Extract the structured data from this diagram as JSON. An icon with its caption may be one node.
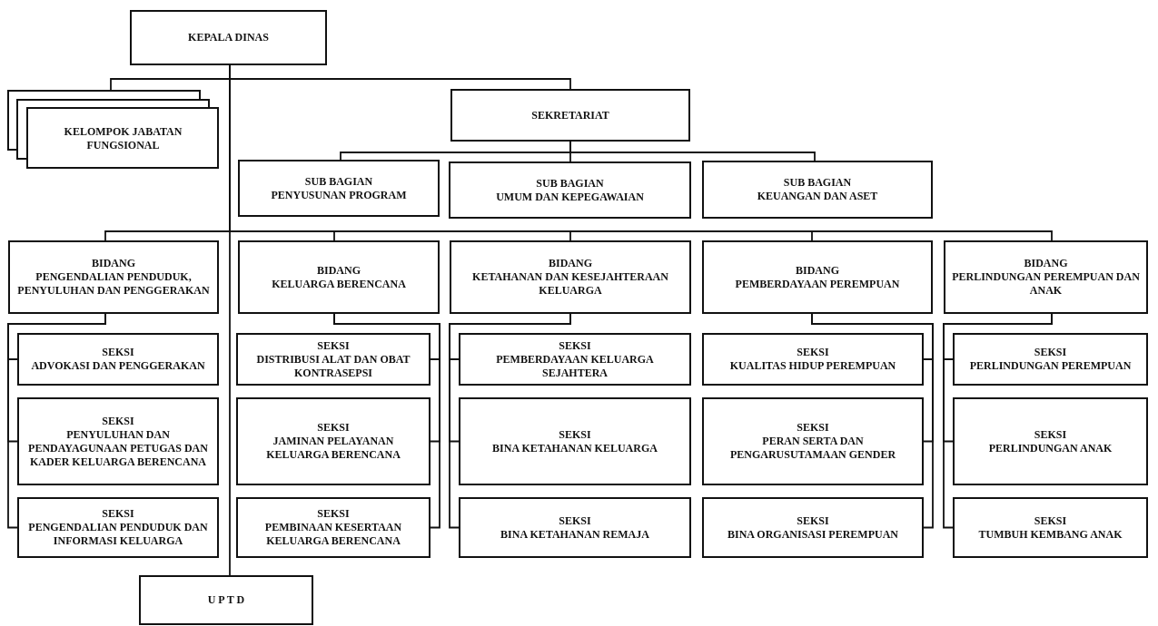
{
  "diagram": {
    "nodes": [
      {
        "text": [
          "KEPALA DINAS"
        ]
      },
      {
        "text": [
          "KELOMPOK JABATAN FUNGSIONAL"
        ]
      },
      {
        "text": [
          "SEKRETARIAT"
        ]
      },
      {
        "text": [
          "SUB BAGIAN",
          "PENYUSUNAN PROGRAM"
        ]
      },
      {
        "text": [
          "SUB BAGIAN",
          "UMUM DAN KEPEGAWAIAN"
        ]
      },
      {
        "text": [
          "SUB BAGIAN",
          "KEUANGAN DAN ASET"
        ]
      },
      {
        "text": [
          "BIDANG",
          "PENGENDALIAN PENDUDUK, PENYULUHAN DAN PENGGERAKAN"
        ]
      },
      {
        "text": [
          "BIDANG",
          "KELUARGA BERENCANA"
        ]
      },
      {
        "text": [
          "BIDANG",
          "KETAHANAN DAN KESEJAHTERAAN KELUARGA"
        ]
      },
      {
        "text": [
          "BIDANG",
          "PEMBERDAYAAN PEREMPUAN"
        ]
      },
      {
        "text": [
          "BIDANG",
          "PERLINDUNGAN PEREMPUAN DAN ANAK"
        ]
      },
      {
        "text": [
          "SEKSI",
          "ADVOKASI DAN PENGGERAKAN"
        ]
      },
      {
        "text": [
          "SEKSI",
          "PENYULUHAN DAN PENDAYAGUNAAN PETUGAS DAN KADER KELUARGA BERENCANA"
        ]
      },
      {
        "text": [
          "SEKSI",
          "PENGENDALIAN PENDUDUK DAN INFORMASI KELUARGA"
        ]
      },
      {
        "text": [
          "SEKSI",
          "DISTRIBUSI ALAT DAN OBAT KONTRASEPSI"
        ]
      },
      {
        "text": [
          "SEKSI",
          "JAMINAN PELAYANAN KELUARGA BERENCANA"
        ]
      },
      {
        "text": [
          "SEKSI",
          "PEMBINAAN KESERTAAN KELUARGA BERENCANA"
        ]
      },
      {
        "text": [
          "SEKSI",
          "PEMBERDAYAAN KELUARGA SEJAHTERA"
        ]
      },
      {
        "text": [
          "SEKSI",
          "BINA KETAHANAN KELUARGA"
        ]
      },
      {
        "text": [
          "SEKSI",
          "BINA KETAHANAN REMAJA"
        ]
      },
      {
        "text": [
          "SEKSI",
          "KUALITAS HIDUP PEREMPUAN"
        ]
      },
      {
        "text": [
          "SEKSI",
          "PERAN SERTA DAN PENGARUSUTAMAAN GENDER"
        ]
      },
      {
        "text": [
          "SEKSI",
          "BINA ORGANISASI PEREMPUAN"
        ]
      },
      {
        "text": [
          "SEKSI",
          "PERLINDUNGAN PEREMPUAN"
        ]
      },
      {
        "text": [
          "SEKSI",
          "PERLINDUNGAN ANAK"
        ]
      },
      {
        "text": [
          "SEKSI",
          "TUMBUH KEMBANG ANAK"
        ]
      },
      {
        "text": [
          "U P T D"
        ]
      }
    ],
    "edges": [
      {
        "from": 0,
        "to": 1,
        "arrow": "none"
      },
      {
        "from": 0,
        "to": 2,
        "arrow": "none"
      },
      {
        "from": 2,
        "to": 3,
        "arrow": "none"
      },
      {
        "from": 2,
        "to": 4,
        "arrow": "none"
      },
      {
        "from": 2,
        "to": 5,
        "arrow": "none"
      },
      {
        "from": 0,
        "to": 6,
        "arrow": "none"
      },
      {
        "from": 0,
        "to": 7,
        "arrow": "none"
      },
      {
        "from": 0,
        "to": 8,
        "arrow": "none"
      },
      {
        "from": 0,
        "to": 9,
        "arrow": "none"
      },
      {
        "from": 0,
        "to": 10,
        "arrow": "none"
      },
      {
        "from": 6,
        "to": 11,
        "arrow": "none"
      },
      {
        "from": 6,
        "to": 12,
        "arrow": "none"
      },
      {
        "from": 6,
        "to": 13,
        "arrow": "none"
      },
      {
        "from": 7,
        "to": 14,
        "arrow": "none"
      },
      {
        "from": 7,
        "to": 15,
        "arrow": "none"
      },
      {
        "from": 7,
        "to": 16,
        "arrow": "none"
      },
      {
        "from": 8,
        "to": 17,
        "arrow": "none"
      },
      {
        "from": 8,
        "to": 18,
        "arrow": "none"
      },
      {
        "from": 8,
        "to": 19,
        "arrow": "none"
      },
      {
        "from": 9,
        "to": 20,
        "arrow": "none"
      },
      {
        "from": 9,
        "to": 21,
        "arrow": "none"
      },
      {
        "from": 9,
        "to": 22,
        "arrow": "none"
      },
      {
        "from": 10,
        "to": 23,
        "arrow": "none"
      },
      {
        "from": 10,
        "to": 24,
        "arrow": "none"
      },
      {
        "from": 10,
        "to": 25,
        "arrow": "none"
      },
      {
        "from": 0,
        "to": 26,
        "arrow": "none"
      }
    ]
  }
}
